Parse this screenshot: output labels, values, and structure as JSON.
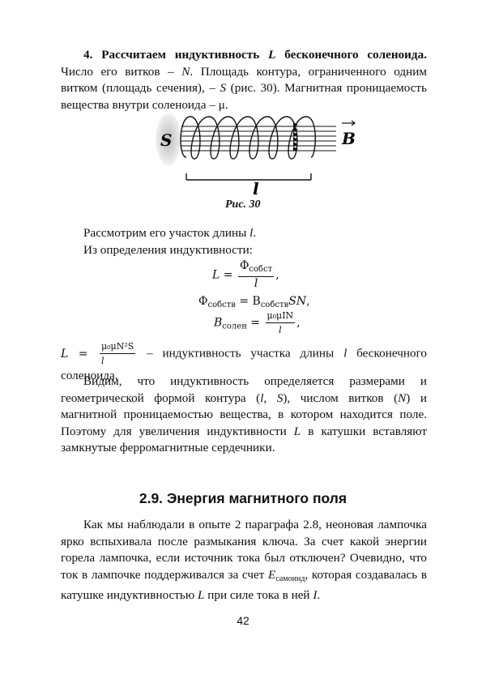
{
  "para1": {
    "heading": "4. Рассчитаем индуктивность",
    "heading_var": "L",
    "heading_rest": "бесконечного соленоида.",
    "line1_a": "Число его витков –",
    "line1_var": "N",
    "line1_b": ". Площадь контура, ограниченного одним витком (площадь сечения), –",
    "line1_var2": "S",
    "line1_c": "(рис. 30). Магнитная проницаемость вещества внутри соленоида – μ."
  },
  "figure": {
    "label_s": "S",
    "label_b": "B",
    "label_l": "l",
    "caption": "Рис. 30"
  },
  "para2": {
    "line1_a": "Рассмотрим его участок длины",
    "line1_var": "l",
    "line2": "Из определения индуктивности:"
  },
  "eq1": {
    "lhs": "L",
    "num": "Φ",
    "num_sub": "собст",
    "den": "l"
  },
  "eq2": {
    "lhs": "Φ",
    "lhs_sub": "собств",
    "rhs": "B",
    "rhs_sub": "собств",
    "rhs_rest": "SN"
  },
  "eq3": {
    "lhs": "B",
    "lhs_sub": "солен",
    "num": "μ₀μIN",
    "den": "l"
  },
  "eq4": {
    "lhs": "L",
    "num": "μ₀μN²S",
    "den": "l",
    "text_a": "– индуктивность участка длины",
    "text_var": "l",
    "text_b": "бесконечного соленоида."
  },
  "para3": {
    "text_a": "Видим, что индуктивность определяется размерами и геометрической формой контура (",
    "var_l": "l",
    "comma": ", ",
    "var_s": "S",
    "text_b": "), числом витков (",
    "var_n": "N",
    "text_c": ") и магнитной проницаемостью вещества, в котором находится поле. Поэтому для увеличения индуктивности",
    "var_L": "L",
    "text_d": "в катушки вставляют замкнутые ферромагнитные сердечники."
  },
  "section": {
    "title": "2.9. Энергия магнитного поля"
  },
  "para4": {
    "text_a": "Как мы наблюдали в опыте 2 параграфа 2.8, неоновая лампочка ярко вспыхивала после размыкания ключа. За счет какой энергии горела лампочка, если источник тока был отключен? Очевидно, что ток в лампочке поддерживался за счет",
    "var_e": "E",
    "var_e_sub": "самоинд",
    "text_b": ", которая создавалась в катушке индуктивностью",
    "var_L": "L",
    "text_c": "при силе тока в ней",
    "var_I": "I",
    "end": "."
  },
  "page_number": "42"
}
